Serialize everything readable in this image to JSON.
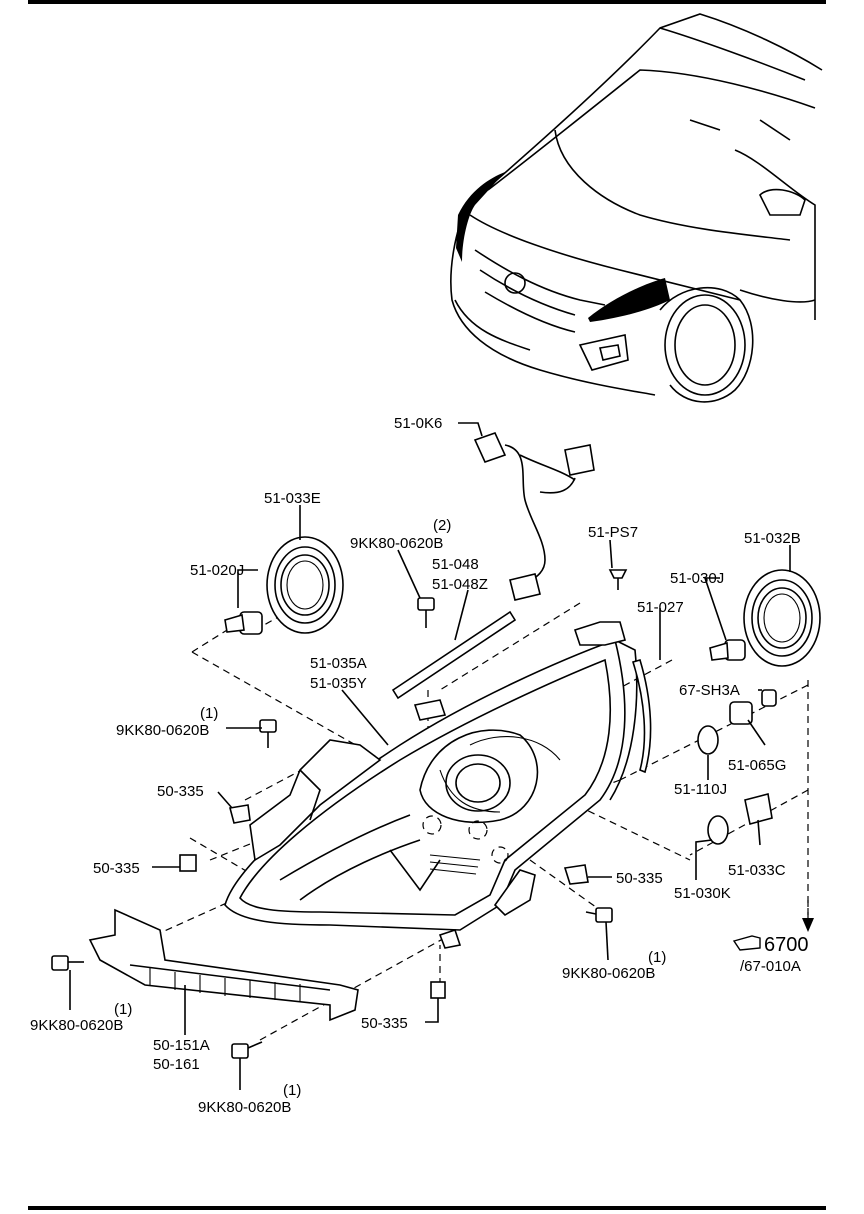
{
  "labels": {
    "p_510k6": "51-0K6",
    "p_51033e": "51-033E",
    "p_9kk_qty2": "(2)",
    "p_9kk_top": "9KK80-0620B",
    "p_51ps7": "51-PS7",
    "p_51032b": "51-032B",
    "p_51020j": "51-020J",
    "p_51048": "51-048",
    "p_51048z": "51-048Z",
    "p_51030j": "51-030J",
    "p_51027": "51-027",
    "p_51035a": "51-035A",
    "p_51035y": "51-035Y",
    "p_67sh3a": "67-SH3A",
    "p_9kk_qty1_left": "(1)",
    "p_9kk_left": "9KK80-0620B",
    "p_51065g": "51-065G",
    "p_50335_a": "50-335",
    "p_51110j": "51-110J",
    "p_50335_b": "50-335",
    "p_50335_c": "50-335",
    "p_51033c": "51-033C",
    "p_51030k": "51-030K",
    "p_ref_6700": "6700",
    "p_ref_67010a": "/67-010A",
    "p_9kk_qty1_right": "(1)",
    "p_9kk_right": "9KK80-0620B",
    "p_9kk_qty1_bl": "(1)",
    "p_9kk_bl": "9KK80-0620B",
    "p_50335_d": "50-335",
    "p_50151a": "50-151A",
    "p_50161": "50-161",
    "p_9kk_qty1_bot": "(1)",
    "p_9kk_bot": "9KK80-0620B"
  },
  "icons": {
    "reference_arrow": "pointing-hand-icon"
  }
}
